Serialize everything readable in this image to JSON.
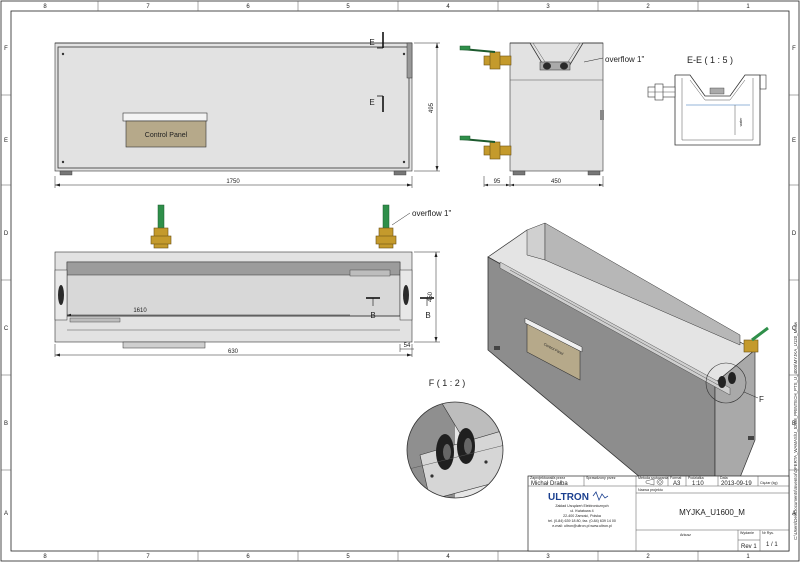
{
  "border": {
    "columns": [
      "8",
      "7",
      "6",
      "5",
      "4",
      "3",
      "2",
      "1"
    ],
    "rows": [
      "F",
      "E",
      "D",
      "C",
      "B",
      "A"
    ]
  },
  "front_view": {
    "control_panel_label": "Control Panel",
    "section_mark": "E",
    "width_dim": "1750",
    "height_dim": "495"
  },
  "side_view": {
    "overflow_label": "overflow  1\"",
    "dim_left": "95",
    "dim_right": "450"
  },
  "section_ee": {
    "title": "E-E ( 1 : 5 )",
    "water_label": "water"
  },
  "top_view": {
    "overflow_label": "overflow  1\"",
    "section_mark": "B",
    "inner_dim": "1610",
    "width_dim": "630",
    "height_dim": "450",
    "small_dim": "54"
  },
  "iso_view": {
    "control_panel_label": "Control Panel",
    "detail_mark": "F"
  },
  "detail_f": {
    "title": "F ( 1 : 2 )"
  },
  "title_block": {
    "prepared_by_label": "Zaprojektował/a przez",
    "prepared_by": "Michał Drałba",
    "approved_by_label": "Sprawdzony przez",
    "method_label": "Metoda rzutowania",
    "format_label": "Format",
    "format": "A3",
    "scale_label": "Podziałka",
    "scale": "1:10",
    "date_label": "Data",
    "date": "2013-09-19",
    "weight_label": "Ciężar (kg)",
    "project_label": "Nazwa projektu",
    "drawing_name": "MYJKA_U1600_M",
    "sheet_label": "Arkusz",
    "sheet_no": "1 / 1",
    "revision_label": "Wydanie",
    "revision": "Rev 1",
    "no_label": "Nr Rys.",
    "company_logo": "ULTRON",
    "company_line1": "Zakład Urządzeń Elektronicznych",
    "company_line2": "ul. Kwiatowa 4",
    "company_line3": "22-400 Zamość, Polska",
    "company_line4": "tel. (0-84) 639 18 80, fax. (0-84) 639 14 00",
    "company_line5": "e-mail: ultron@ultron.pl  www.ultron.pl"
  },
  "file_path": "C:\\Users\\Dell\\Documents\\Inventor\\OFERTA_WAMAS\\U_520M_PRINTECH_PTS_U_4005\\MYJKA_U120_M.idw"
}
